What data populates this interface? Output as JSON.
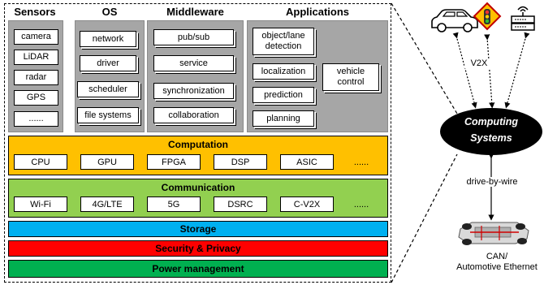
{
  "columns": {
    "sensors": {
      "title": "Sensors",
      "items": [
        "camera",
        "LiDAR",
        "radar",
        "GPS",
        "......"
      ]
    },
    "os": {
      "title": "OS",
      "items": [
        "network",
        "driver",
        "scheduler",
        "file systems"
      ]
    },
    "middleware": {
      "title": "Middleware",
      "items": [
        "pub/sub",
        "service",
        "synchronization",
        "collaboration"
      ]
    },
    "applications": {
      "title": "Applications",
      "items": [
        "object/lane detection",
        "localization",
        "prediction",
        "planning"
      ],
      "side_item": "vehicle control"
    }
  },
  "computation": {
    "title": "Computation",
    "items": [
      "CPU",
      "GPU",
      "FPGA",
      "DSP",
      "ASIC",
      "......"
    ]
  },
  "communication": {
    "title": "Communication",
    "items": [
      "Wi-Fi",
      "4G/LTE",
      "5G",
      "DSRC",
      "C-V2X",
      "......"
    ]
  },
  "bands": {
    "storage": "Storage",
    "security": "Security & Privacy",
    "power": "Power management"
  },
  "right": {
    "v2x": "V2X",
    "computing": "Computing Systems",
    "drive": "drive-by-wire",
    "can_line1": "CAN/",
    "can_line2": "Automotive Ethernet"
  },
  "colors": {
    "computation": "#ffc000",
    "communication": "#92d050",
    "storage": "#00b0f0",
    "security": "#ff0000",
    "power": "#00b050",
    "gray": "#a6a6a6"
  }
}
